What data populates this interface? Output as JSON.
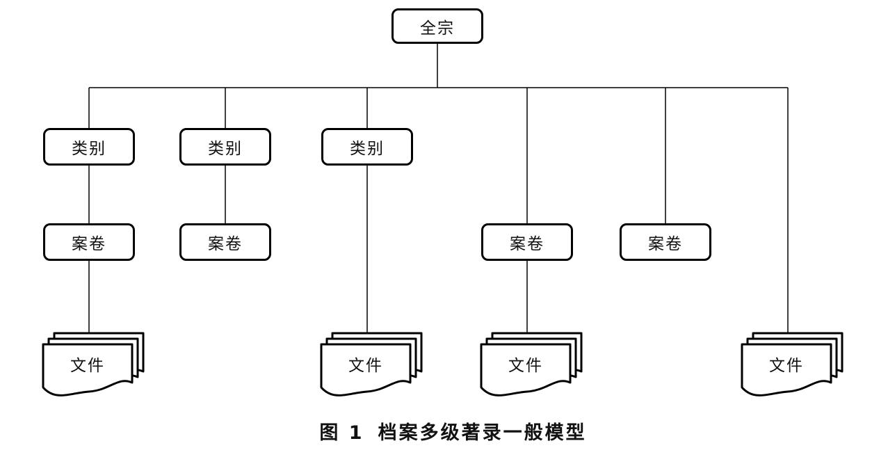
{
  "diagram": {
    "root": {
      "label": "全宗"
    },
    "categories": [
      {
        "label": "类别"
      },
      {
        "label": "类别"
      },
      {
        "label": "类别"
      }
    ],
    "folders": [
      {
        "label": "案卷"
      },
      {
        "label": "案卷"
      },
      {
        "label": "案卷"
      },
      {
        "label": "案卷"
      }
    ],
    "documents": [
      {
        "label": "文件"
      },
      {
        "label": "文件"
      },
      {
        "label": "文件"
      },
      {
        "label": "文件"
      }
    ],
    "colors": {
      "line": "#000000",
      "box_border": "#000000",
      "box_fill": "#ffffff",
      "text": "#111111",
      "background": "#ffffff"
    }
  },
  "caption": {
    "figure_label": "图 1",
    "title": "档案多级著录一般模型"
  }
}
